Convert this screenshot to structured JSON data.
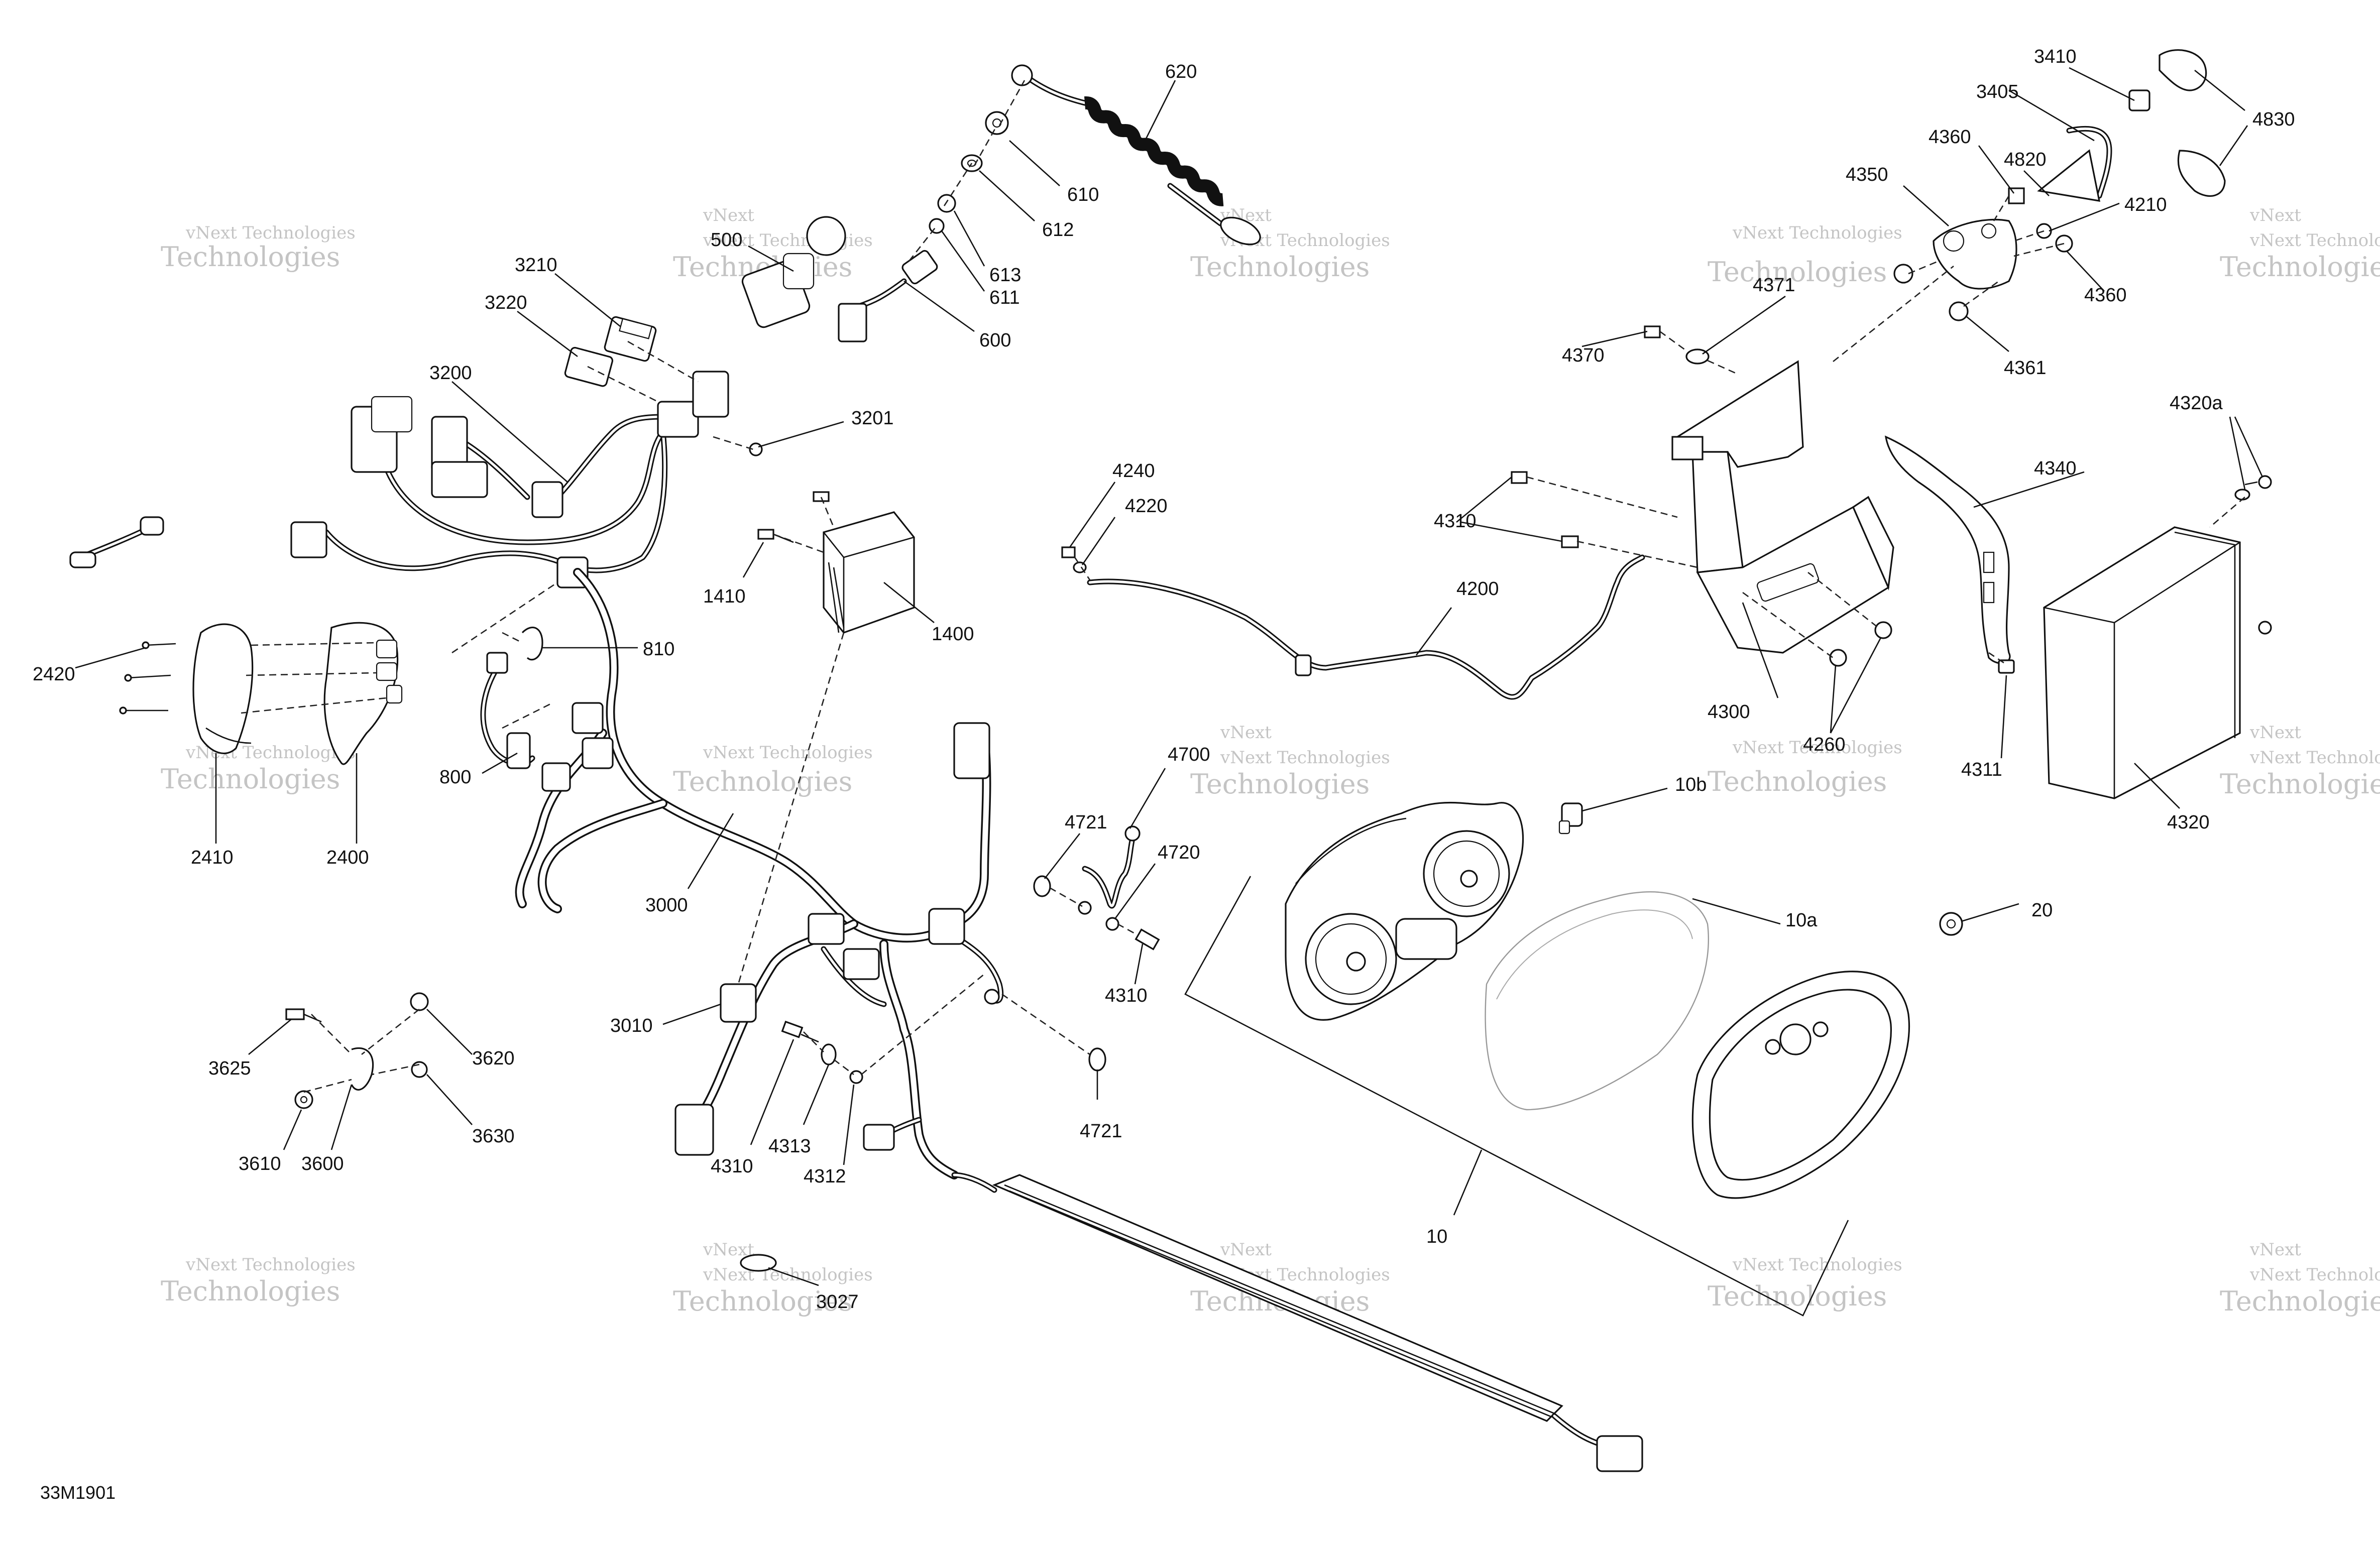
{
  "diagram": {
    "reference_code": "33M1901",
    "watermark": {
      "line1": "vNext Technologies",
      "line2": "vNext",
      "line3": "Technologies"
    }
  },
  "callouts": {
    "c620": "620",
    "c610": "610",
    "c612": "612",
    "c613": "613",
    "c611": "611",
    "c600": "600",
    "c500": "500",
    "c3210": "3210",
    "c3220": "3220",
    "c3200": "3200",
    "c3201": "3201",
    "c1410": "1410",
    "c1400": "1400",
    "c810": "810",
    "c800": "800",
    "c2420": "2420",
    "c2410": "2410",
    "c2400": "2400",
    "c3000": "3000",
    "c3010": "3010",
    "c3625": "3625",
    "c3620": "3620",
    "c3610": "3610",
    "c3600": "3600",
    "c3630": "3630",
    "c4310a": "4310",
    "c4313": "4313",
    "c4312": "4312",
    "c3027": "3027",
    "c4700": "4700",
    "c4721a": "4721",
    "c4720": "4720",
    "c4310b": "4310",
    "c4721b": "4721",
    "c4240": "4240",
    "c4220": "4220",
    "c4200": "4200",
    "c4310c": "4310",
    "c10": "10",
    "c10a": "10a",
    "c10b": "10b",
    "c20": "20",
    "c3410": "3410",
    "c3405": "3405",
    "c4830": "4830",
    "c4360a": "4360",
    "c4820": "4820",
    "c4350": "4350",
    "c4210": "4210",
    "c4360b": "4360",
    "c4361": "4361",
    "c4371": "4371",
    "c4370": "4370",
    "c4340": "4340",
    "c4320a": "4320a",
    "c4300": "4300",
    "c4260": "4260",
    "c4311": "4311",
    "c4320": "4320"
  }
}
